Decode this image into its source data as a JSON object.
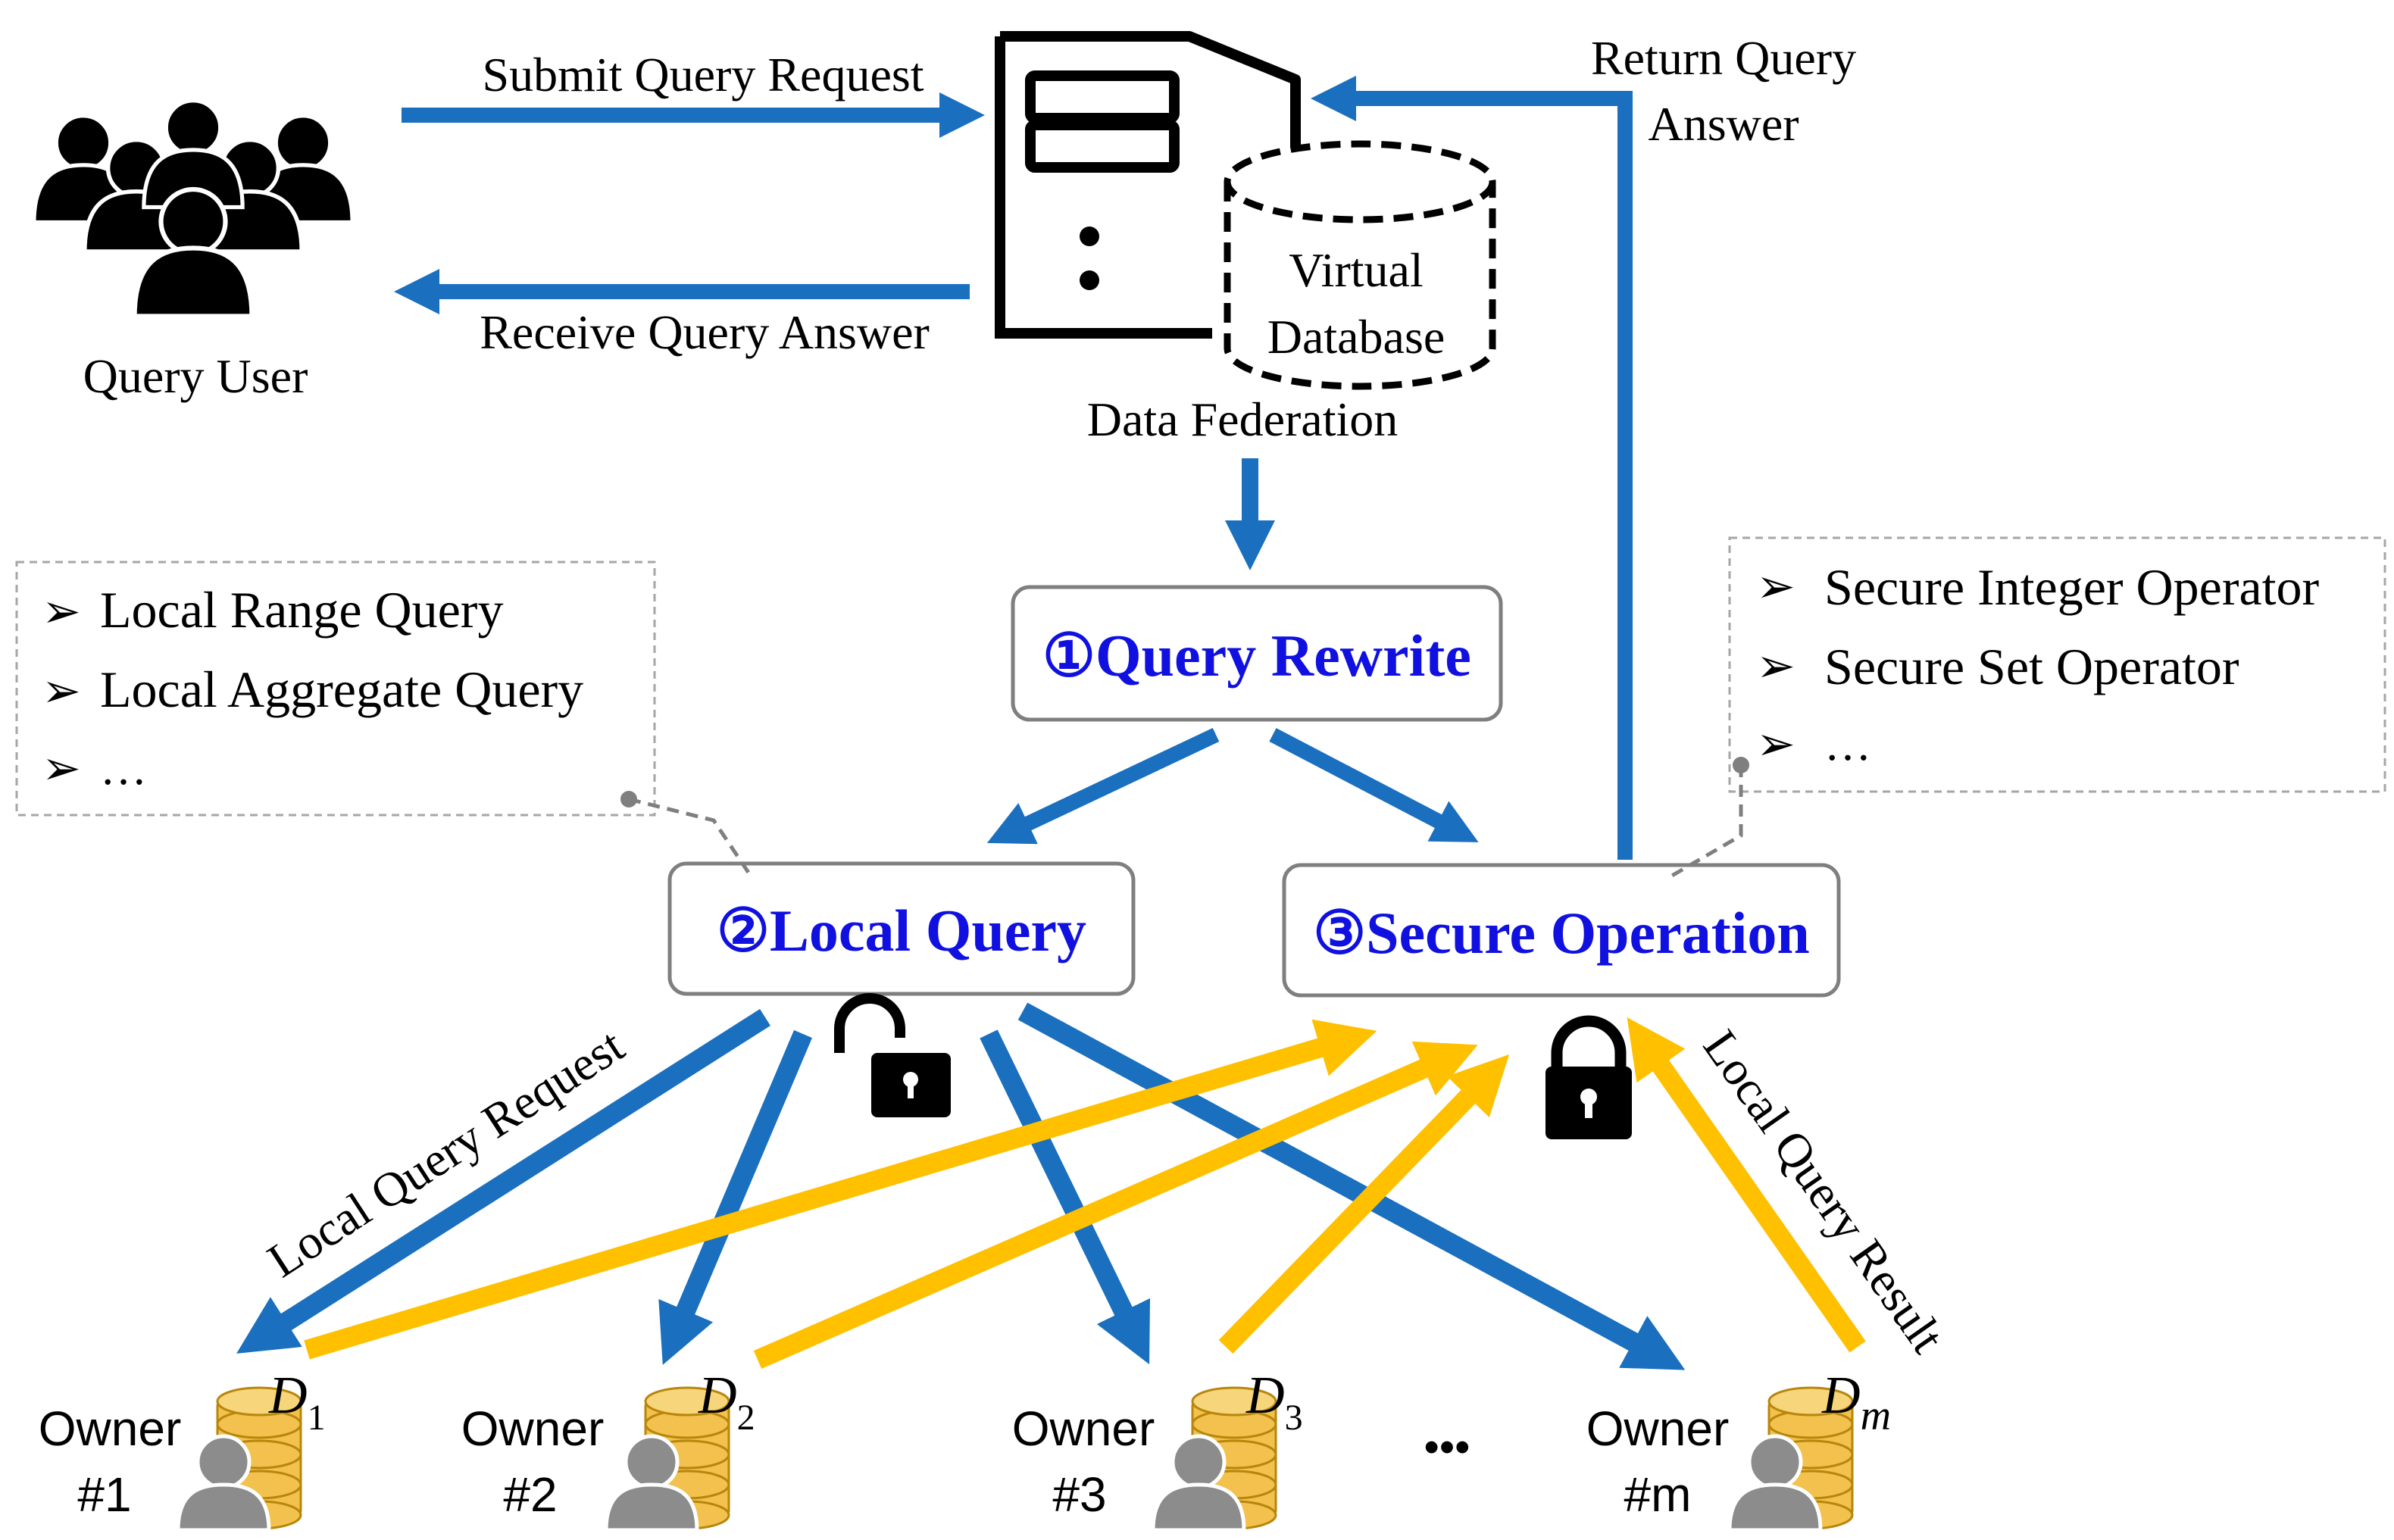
{
  "query_user": {
    "label": "Query User"
  },
  "top_arrows": {
    "submit": "Submit Query Request",
    "receive": "Receive Query Answer",
    "return_line1": "Return Query",
    "return_line2": "Answer"
  },
  "federation": {
    "db_line1": "Virtual",
    "db_line2": "Database",
    "label": "Data Federation"
  },
  "steps": {
    "rewrite": "①Query Rewrite",
    "local": "②Local Query",
    "secure": "③Secure Operation"
  },
  "left_note": {
    "bullet": "➢",
    "items": [
      "Local Range Query",
      "Local Aggregate Query",
      "…"
    ]
  },
  "right_note": {
    "bullet": "➢",
    "items": [
      "Secure Integer Operator",
      "Secure Set Operator",
      "…"
    ]
  },
  "edge_labels": {
    "request": "Local Query Request",
    "result": "Local Query Result"
  },
  "owners": [
    {
      "line1": "Owner",
      "line2": "#1",
      "d": "D",
      "sub": "1"
    },
    {
      "line1": "Owner",
      "line2": "#2",
      "d": "D",
      "sub": "2"
    },
    {
      "line1": "Owner",
      "line2": "#3",
      "d": "D",
      "sub": "3"
    },
    {
      "line1": "Owner",
      "line2": "#m",
      "d": "D",
      "sub": "m"
    }
  ],
  "ellipsis": "•••",
  "colors": {
    "blue_arrow": "#1a6fbf",
    "yellow_arrow": "#ffc000",
    "step_text": "#1010e0",
    "box_border": "#7f7f7f",
    "db_gold": "#f2c14e",
    "person_gray": "#8c8c8c"
  },
  "icons": [
    "users-group-icon",
    "server-icon",
    "virtual-database-icon",
    "lock-open-icon",
    "lock-closed-icon",
    "owner-database-icon"
  ]
}
